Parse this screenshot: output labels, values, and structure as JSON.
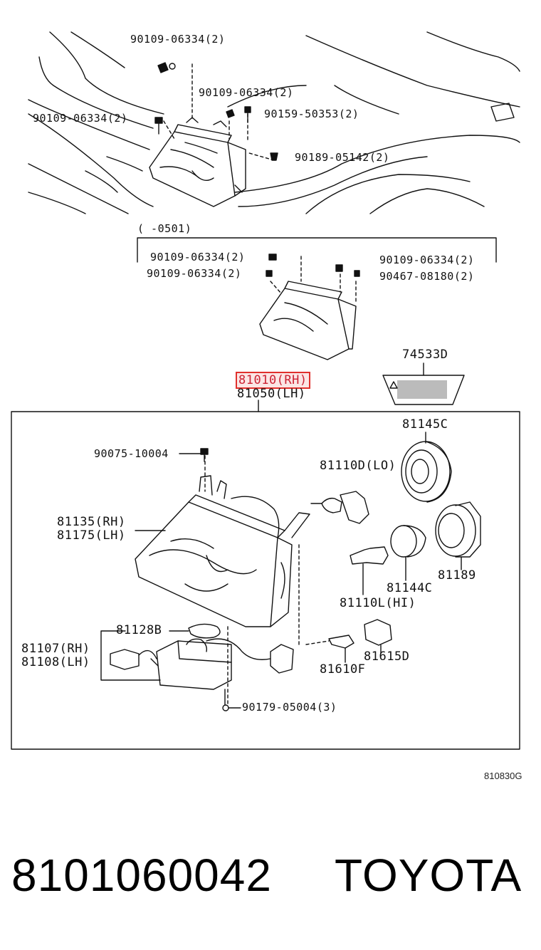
{
  "top_labels": {
    "l1": "90109-06334(2)",
    "l2": "90109-06334(2)",
    "l3": "90159-50353(2)",
    "l4": "90109-06334(2)",
    "l5": "90189-05142(2)"
  },
  "mid_section": {
    "date_range": "(    -0501)",
    "l1": "90109-06334(2)",
    "l2": "90109-06334(2)",
    "l3": "90109-06334(2)",
    "l4": "90467-08180(2)"
  },
  "assembly": {
    "rh": "81010(RH)",
    "lh": "81050(LH)"
  },
  "label_part": "74533D",
  "box_labels": {
    "screw": "90075-10004",
    "lens_rh": "81135(RH)",
    "lens_lh": "81175(LH)",
    "bulb_lo": "81110D(LO)",
    "cover": "81145C",
    "cap": "81189",
    "socket": "81144C",
    "bulb_hi": "81110L(HI)",
    "gasket": "81128B",
    "ballast_rh": "81107(RH)",
    "ballast_lh": "81108(LH)",
    "small_bulb": "81610F",
    "small_socket": "81615D",
    "nut": "90179-05004(3)"
  },
  "diagram_code": "810830G",
  "footer": {
    "part_number": "8101060042",
    "brand": "TOYOTA"
  }
}
